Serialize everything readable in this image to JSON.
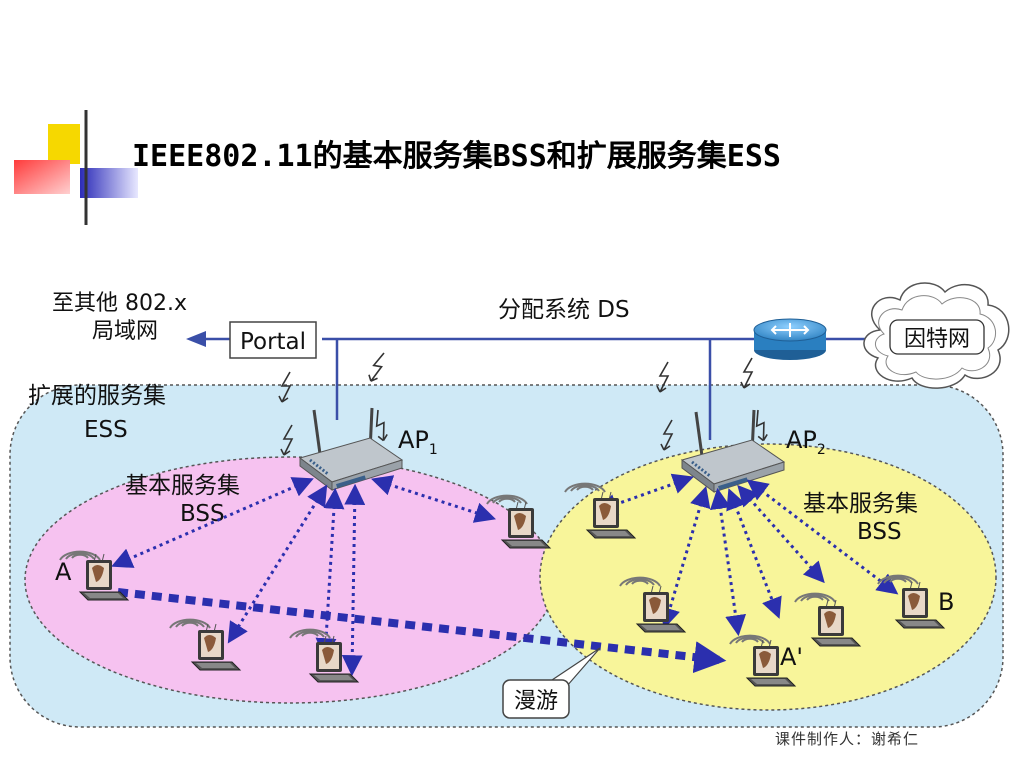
{
  "slide": {
    "title": "IEEE802.11的基本服务集BSS和扩展服务集ESS",
    "footer": "课件制作人：谢希仁"
  },
  "diagram": {
    "other_lan_line1": "至其他 802.x",
    "other_lan_line2": "局域网",
    "portal": "Portal",
    "ds": "分配系统 DS",
    "internet": "因特网",
    "ess_line1": "扩展的服务集",
    "ess_line2": "ESS",
    "ap1": "AP",
    "ap1_sub": "1",
    "ap2": "AP",
    "ap2_sub": "2",
    "bss1_line1": "基本服务集",
    "bss1_line2": "BSS",
    "bss2_line1": "基本服务集",
    "bss2_line2": "BSS",
    "station_a": "A",
    "station_b": "B",
    "station_a_prime": "A'",
    "roaming": "漫游"
  },
  "colors": {
    "ess_fill": "#cfe9f6",
    "bss1_fill": "#f6c2f0",
    "bss2_fill": "#f8f59a",
    "link_blue": "#2b2fae",
    "line_blue": "#3a4fa8",
    "router_blue": "#4a9fd8"
  }
}
